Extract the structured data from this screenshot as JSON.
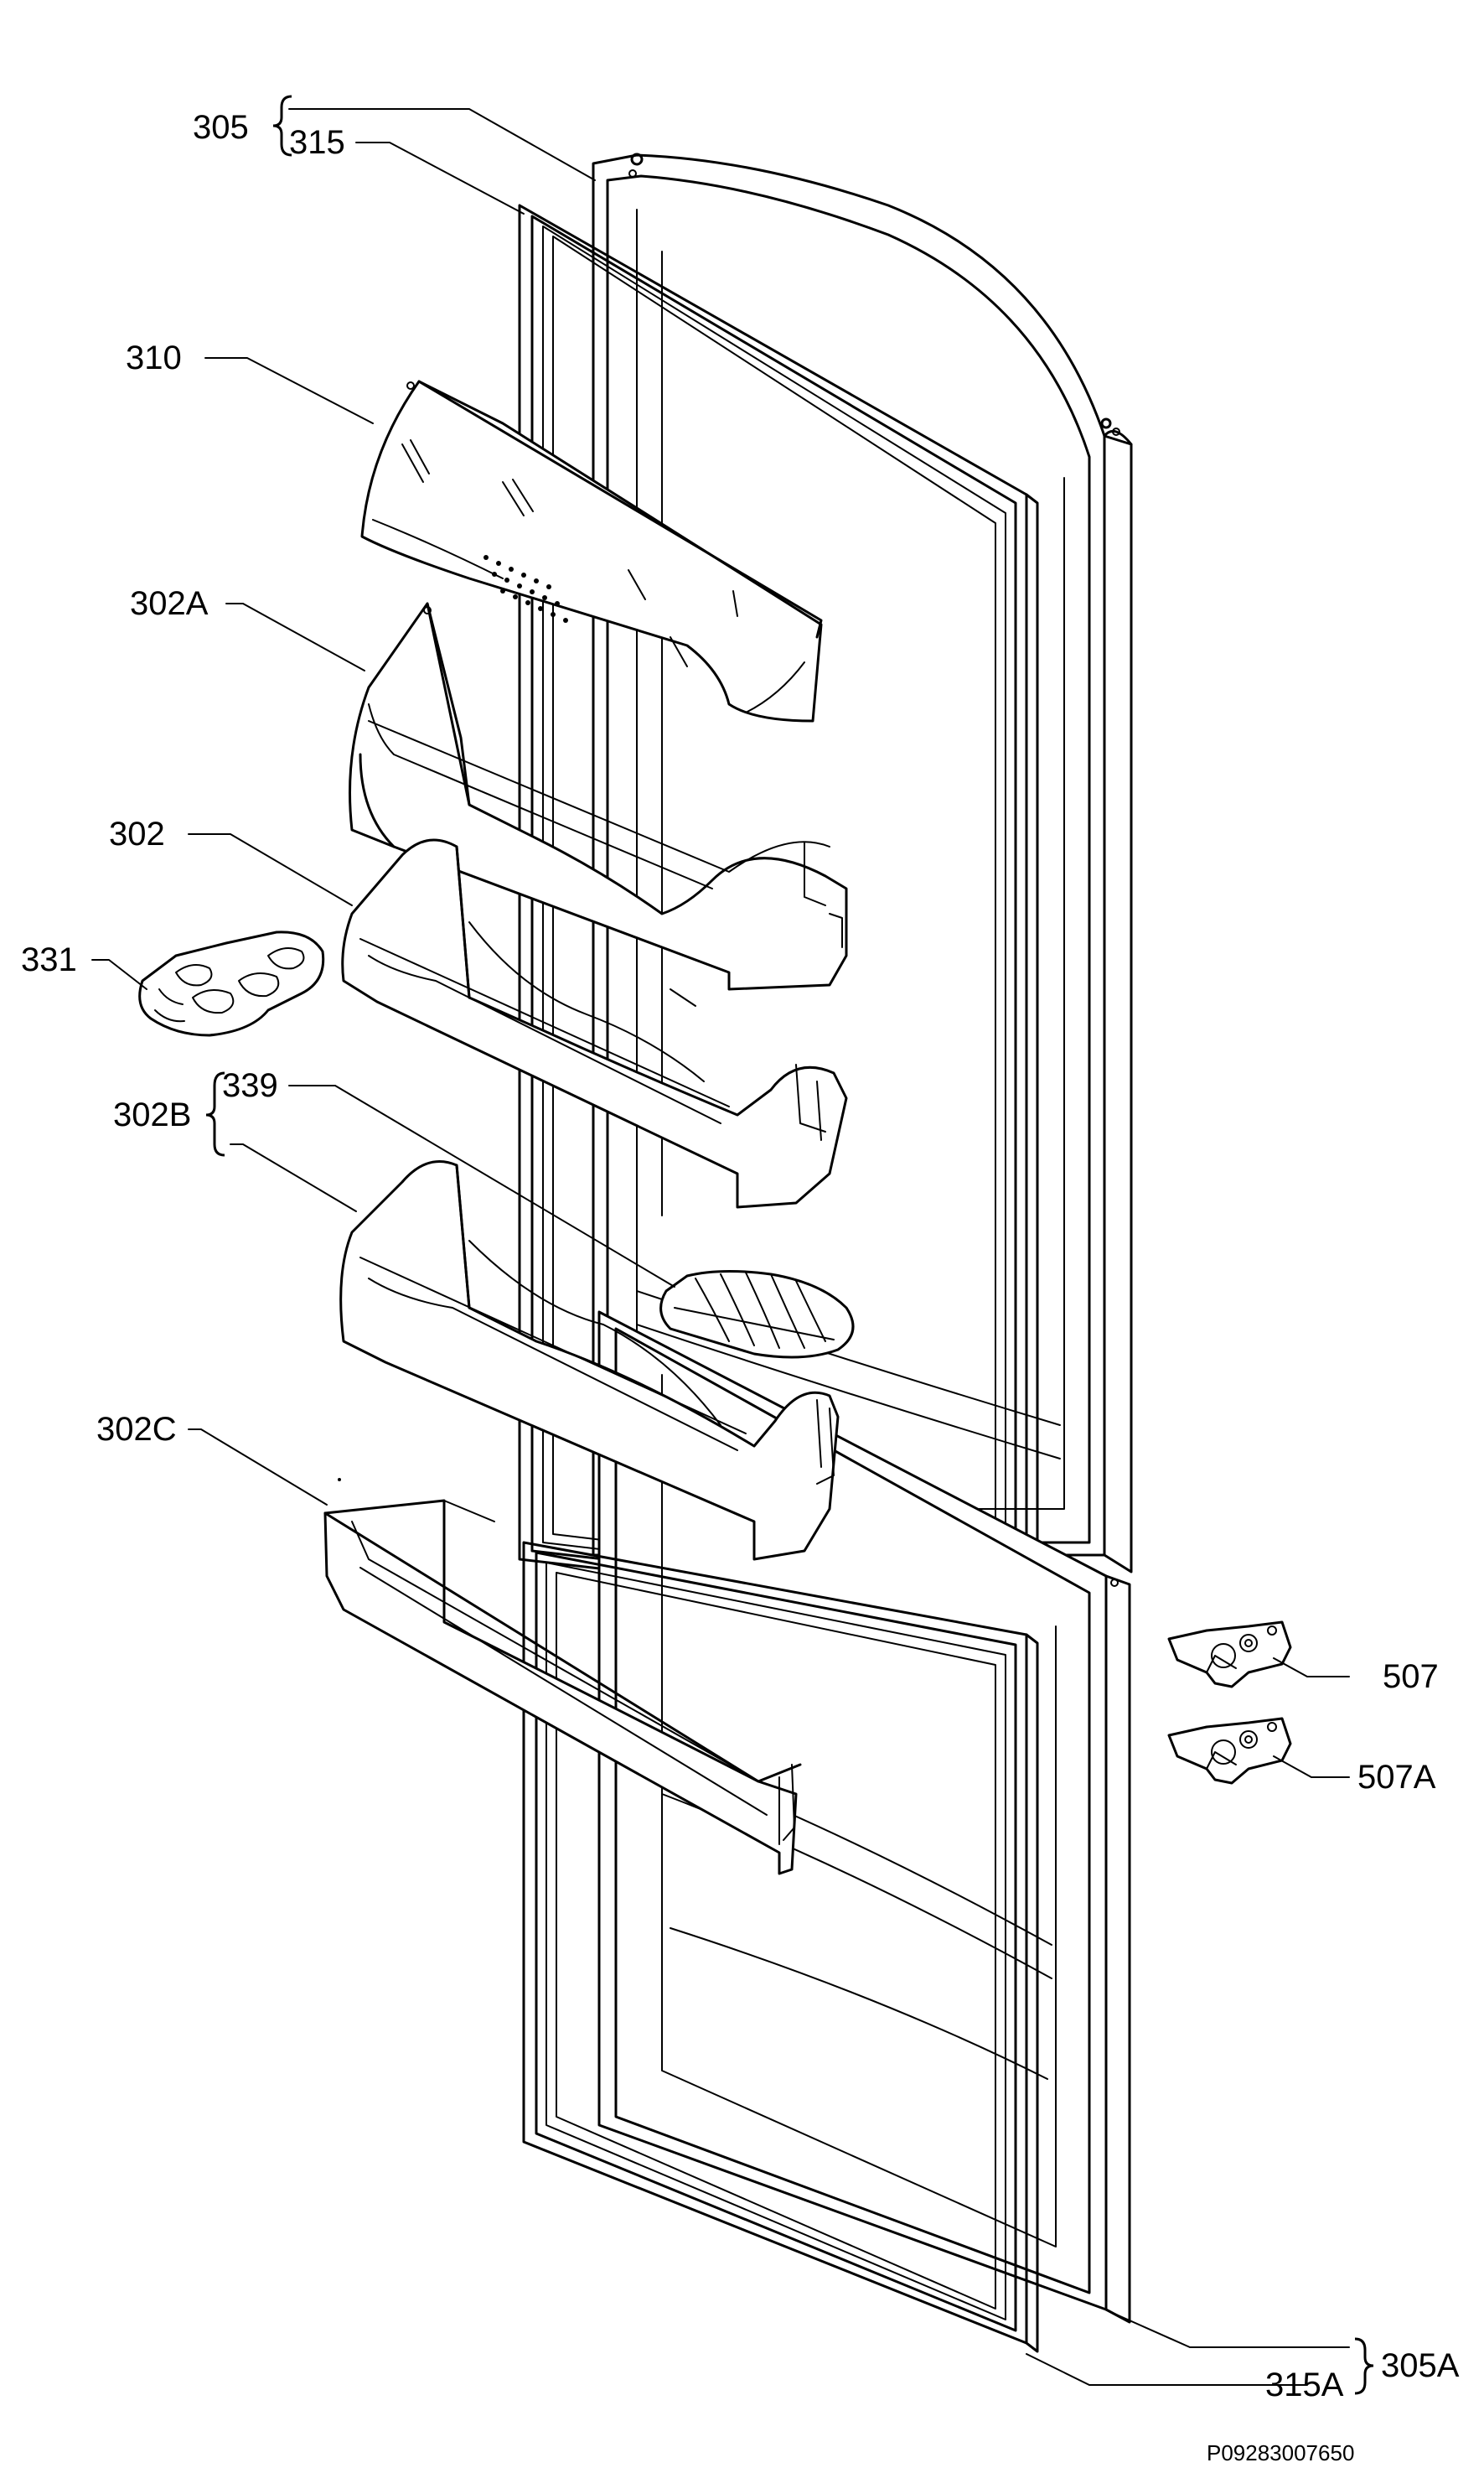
{
  "diagram": {
    "footer_code": "P09283007650",
    "labels": {
      "l305": "305",
      "l315": "315",
      "l310": "310",
      "l302A": "302A",
      "l302": "302",
      "l331": "331",
      "l302B": "302B",
      "l339": "339",
      "l302C": "302C",
      "l507": "507",
      "l507A": "507A",
      "l315A": "315A",
      "l305A": "305A"
    }
  }
}
